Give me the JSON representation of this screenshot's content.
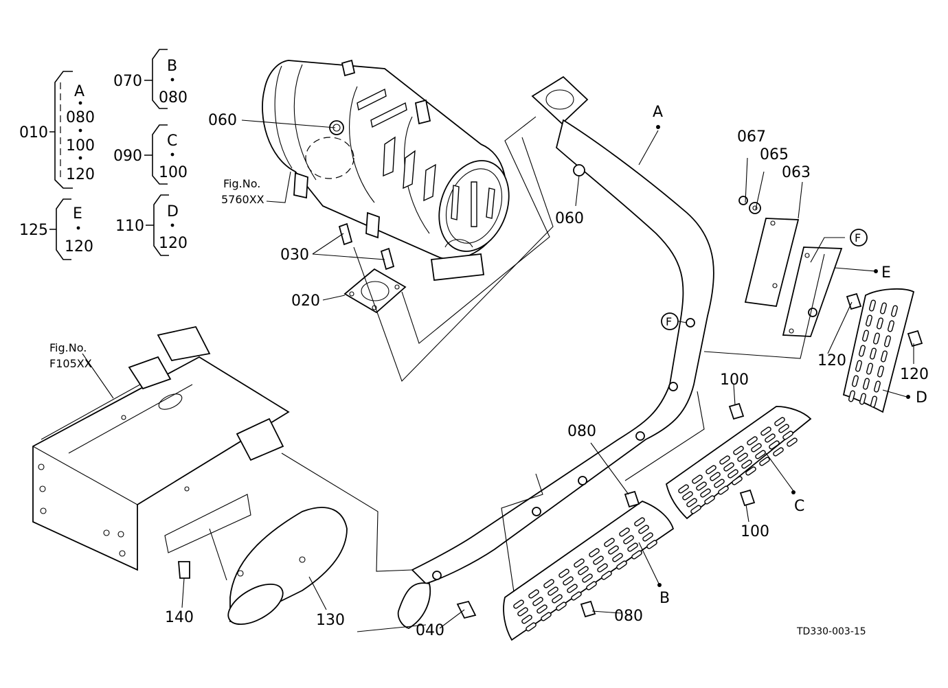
{
  "groups": [
    {
      "id": "010",
      "items": [
        "A",
        "080",
        "100",
        "120"
      ]
    },
    {
      "id": "070",
      "items": [
        "B",
        "080"
      ]
    },
    {
      "id": "090",
      "items": [
        "C",
        "100"
      ]
    },
    {
      "id": "125",
      "items": [
        "E",
        "120"
      ]
    },
    {
      "id": "110",
      "items": [
        "D",
        "120"
      ]
    }
  ],
  "figrefs": {
    "muffler": {
      "line1": "Fig.No.",
      "line2": "5760XX"
    },
    "frame": {
      "line1": "Fig.No.",
      "line2": "F105XX"
    }
  },
  "callouts": {
    "c060a": "060",
    "c060b": "060",
    "c030": "030",
    "c020": "020",
    "cA": "A",
    "cF1": "F",
    "cF2": "F",
    "c067": "067",
    "c065": "065",
    "c063": "063",
    "cE": "E",
    "c120a": "120",
    "c120b": "120",
    "cD": "D",
    "c100a": "100",
    "c100b": "100",
    "cC": "C",
    "c080a": "080",
    "c080b": "080",
    "cB": "B",
    "c040": "040",
    "c130": "130",
    "c140": "140"
  },
  "drawing_code": "TD330-003-15"
}
